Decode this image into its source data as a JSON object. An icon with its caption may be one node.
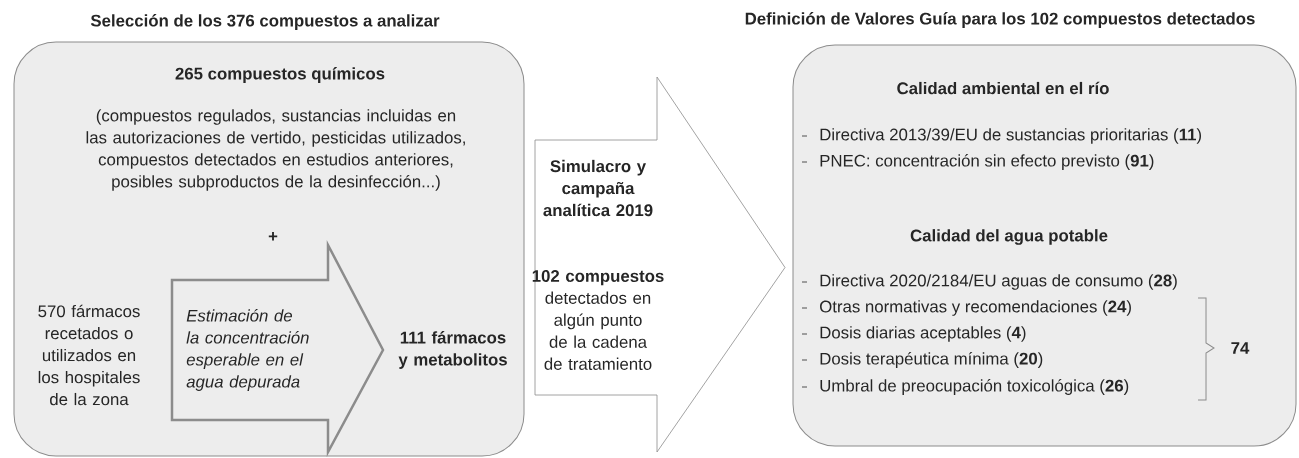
{
  "diagram": {
    "nodes": [
      {
        "text": [
          "Selección de los 376 compuestos a analizar",
          "265 compuestos químicos",
          "(compuestos regulados, sustancias incluidas en las autorizaciones de vertido, pesticidas utilizados, compuestos detectados en estudios anteriores, posibles subproductos de la desinfección...)",
          "+"
        ]
      },
      {
        "text": [
          "570 fármacos recetados o utilizados en los hospitales de la zona"
        ],
        "in": 0
      },
      {
        "text": [
          "Estimación de la concentración esperable en el agua depurada"
        ],
        "in": 0
      },
      {
        "text": [
          "111 fármacos y metabolitos"
        ],
        "in": 0
      },
      {
        "text": [
          "Simulacro y campaña analítica 2019",
          "**102 compuestos** detectados en algún punto de la cadena de tratamiento"
        ]
      },
      {
        "text": [
          "Definición de Valores Guía para los 102 compuestos detectados",
          "Calidad ambiental en el río",
          "Directiva 2013/39/EU de sustancias prioritarias (**11**)",
          "PNEC: concentración sin efecto previsto (**91**)",
          "Calidad del agua potable",
          "Directiva 2020/2184/EU aguas de consumo (**28**)",
          "Otras normativas y recomendaciones (**24**)",
          "Dosis diarias aceptables (**4**)",
          "Dosis terapéutica mínima (**20**)",
          "Umbral de preocupación toxicológica (**26**)",
          "74"
        ]
      }
    ]
  }
}
